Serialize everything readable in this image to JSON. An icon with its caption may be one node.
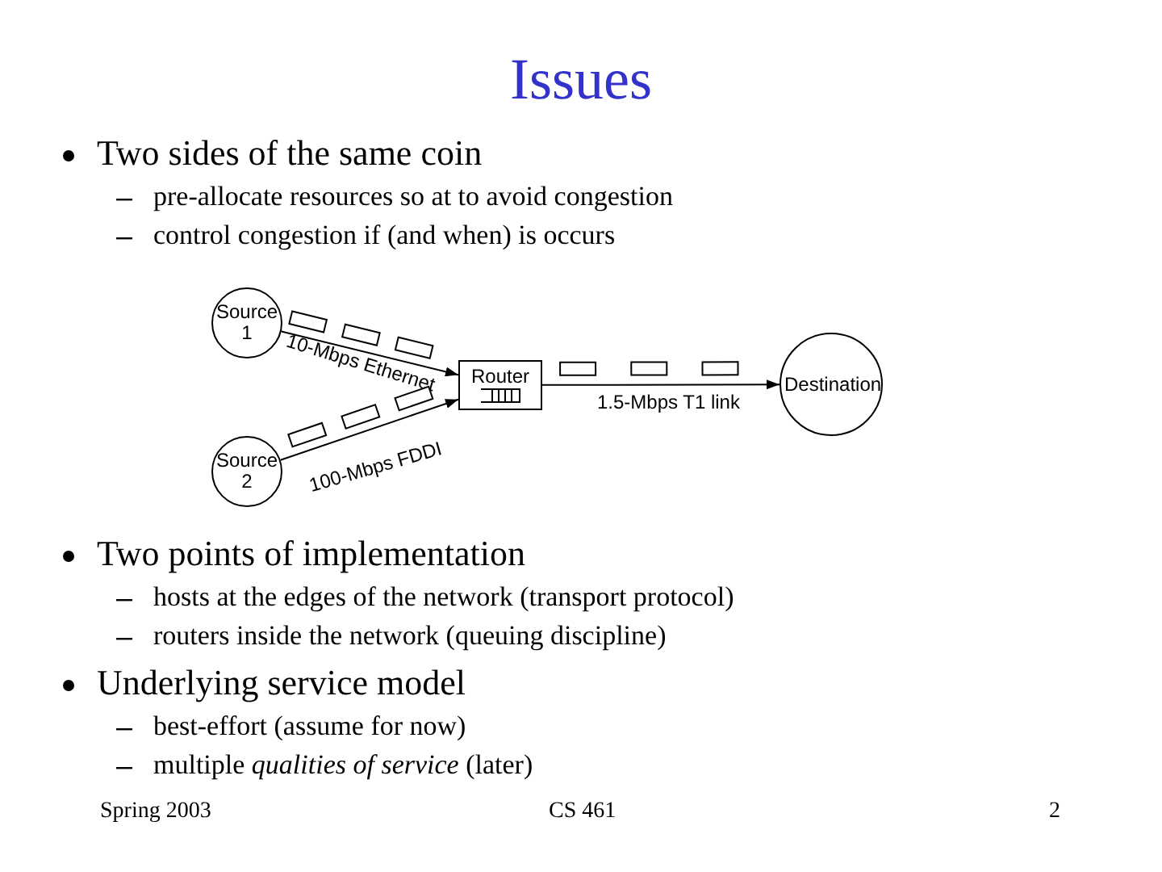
{
  "diagram": {
    "title": "Issues",
    "nodes": [
      {
        "text": [
          "Source 1"
        ]
      },
      {
        "text": [
          "Source 2"
        ]
      },
      {
        "text": [
          "Router"
        ]
      },
      {
        "text": [
          "Destination"
        ]
      }
    ],
    "edges": [
      {
        "from": 0,
        "to": 2,
        "arrow": "to",
        "label": "10-Mbps Ethernet"
      },
      {
        "from": 1,
        "to": 2,
        "arrow": "to",
        "label": "100-Mbps FDDI"
      },
      {
        "from": 2,
        "to": 3,
        "arrow": "to",
        "label": "1.5-Mbps T1 link"
      }
    ],
    "labels": [
      "Two sides of the same coin",
      "pre-allocate resources so at to avoid congestion",
      "control congestion if (and when) is occurs",
      "Two points of implementation",
      "hosts at the edges of the network (transport protocol)",
      "routers inside the network (queuing discipline)",
      "Underlying service model",
      "best-effort (assume for now)",
      "multiple *qualities of service* (later)",
      "Spring 2003",
      "CS 461",
      "2"
    ]
  }
}
